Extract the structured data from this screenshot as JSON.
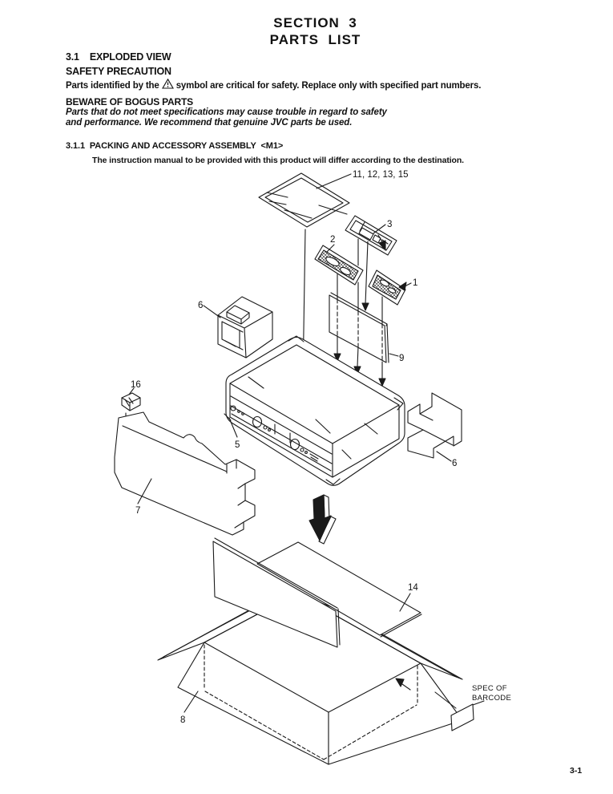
{
  "header": {
    "title1": "SECTION  3",
    "title2": "PARTS  LIST"
  },
  "intro": {
    "section": "3.1    EXPLODED VIEW",
    "safety_title": "SAFETY PRECAUTION",
    "safety_before": "Parts identified by the",
    "safety_after": "symbol are critical for safety. Replace only with specified part numbers.",
    "bogus_title": "BEWARE OF BOGUS PARTS",
    "bogus_line1": "Parts that do not meet specifications may cause trouble in regard to safety",
    "bogus_line2": "and performance. We recommend that genuine JVC parts be used.",
    "subsection": "3.1.1  PACKING AND ACCESSORY ASSEMBLY  <M1>",
    "note": "The instruction manual to be provided with this product will differ according to the destination."
  },
  "diagram": {
    "labels": {
      "packing_bag": "11, 12, 13, 15",
      "remote_tray": "3",
      "accessory_bag_2": "2",
      "accessory_bag_1": "1",
      "foam_left": "6",
      "pad": "9",
      "clip": "16",
      "main_unit": "5",
      "foam_tray": "7",
      "foam_right": "6",
      "flat_sheet": "14",
      "carton": "8",
      "barcode_line1": "SPEC OF",
      "barcode_line2": "BARCODE"
    }
  },
  "footer": {
    "page_number": "3-1"
  }
}
